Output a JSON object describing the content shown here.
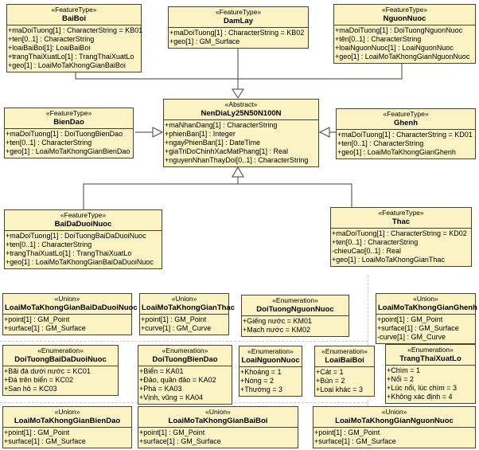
{
  "diagram": {
    "type": "uml-class-diagram",
    "colors": {
      "box_fill": "#fcf3c5",
      "box_border": "#45452f",
      "connector": "#404040",
      "background": "#ffffff"
    }
  },
  "classes": [
    {
      "id": "BaiBoi",
      "stereotype": "«FeatureType»",
      "name": "BaiBoi",
      "attributes": [
        "+maDoiTuong[1] : CharacterString = KB01",
        "+ten[0..1] : CharacterString",
        "+loaiBaiBoi[1]: LoaiBaiBoi",
        "+trangThaiXuatLo[1] : TrangThaiXuatLo",
        "+geo[1] : LoaiMoTaKhongGianBaiBoi"
      ]
    },
    {
      "id": "DamLay",
      "stereotype": "«FeatureType»",
      "name": "DamLay",
      "attributes": [
        "+maDoiTuong[1] : CharacterString = KB02",
        "+geo[1] : GM_Surface"
      ]
    },
    {
      "id": "NguonNuoc",
      "stereotype": "«FeatureType»",
      "name": "NguonNuoc",
      "attributes": [
        "+maDoiTuong[1] : DoiTuongNguonNuoc",
        "+tên[0..1] : CharacterString",
        "+loaiNguonNuoc[1] : LoaiNguonNuoc",
        "+geo[1] : LoaiMoTaKhongGianNguonNuoc"
      ]
    },
    {
      "id": "NenDiaLy25N50N100N",
      "stereotype": "«Abstract»",
      "name": "NenDiaLy25N50N100N",
      "attributes": [
        "+maNhanDang[1] : CharacterString",
        "+phienBan[1] : Integer",
        "+ngayPhienBan[1] : DateTime",
        "+giaTriDoChinhXacMatPhang[1] : Real",
        "+nguyenNhanThayDoi[0..1] : CharacterString"
      ]
    },
    {
      "id": "BienDao",
      "stereotype": "«FeatureType»",
      "name": "BienDao",
      "attributes": [
        "+maDoiTuong[1] : DoiTuongBienDao",
        "+ten[0..1] : CharacterString",
        "+geo[1] : LoaiMoTaKhongGianBienDao"
      ]
    },
    {
      "id": "Ghenh",
      "stereotype": "«FeatureType»",
      "name": "Ghenh",
      "attributes": [
        "+maDoiTuong[1] : CharacterString = KD01",
        "+ten[0..1] : CharacterString",
        "+geo[1] : LoaiMoTaKhongGianGhenh"
      ]
    },
    {
      "id": "BaiDaDuoiNuoc",
      "stereotype": "«FeatureType»",
      "name": "BaiDaDuoiNuoc",
      "attributes": [
        "+maDoiTuong[1] : DoiTuongBaiDaDuoiNuoc",
        "+ten[0..1] : CharacterString",
        "+trangThaiXuatLo[1] : TrangThaiXuatLo",
        "+geo[1] : LoaiMoTaKhongGianBaiDaDuoiNuoc"
      ]
    },
    {
      "id": "Thac",
      "stereotype": "«FeatureType»",
      "name": "Thac",
      "attributes": [
        "+maDoiTuong[1] : CharacterString = KD02",
        "+ten[0..1] : CharacterString",
        "-chieuCao[0..1] : Real",
        "+geo[1] : LoaiMoTaKhongGianThac"
      ]
    },
    {
      "id": "LoaiMoTaKhongGianBaiDaDuoiNuoc",
      "stereotype": "«Union»",
      "name": "LoaiMoTaKhongGianBaiDaDuoiNuoc",
      "attributes": [
        "+point[1] : GM_Point",
        "+surface[1] : GM_Surface"
      ]
    },
    {
      "id": "LoaiMoTaKhongGianThac",
      "stereotype": "«Union»",
      "name": "LoaiMoTaKhongGianThac",
      "attributes": [
        "+point[1] : GM_Point",
        "+curve[1] : GM_Curve"
      ]
    },
    {
      "id": "DoiTuongNguonNuoc",
      "stereotype": "«Enumeration»",
      "name": "DoiTuongNguonNuoc",
      "attributes": [
        "+Giếng nước = KM01",
        "+Mạch nước = KM02"
      ]
    },
    {
      "id": "LoaiMoTaKhongGianGhenh",
      "stereotype": "«Union»",
      "name": "LoaiMoTaKhongGianGhenh",
      "attributes": [
        "+point[1] : GM_Point",
        "+surface[1] : GM_Surface",
        "-curve[1] : GM_Curve"
      ]
    },
    {
      "id": "DoiTuongBaiDaDuoiNuoc",
      "stereotype": "«Enumeration»",
      "name": "DoiTuongBaiDaDuoiNuoc",
      "attributes": [
        "+Bãi đá dưới nước = KC01",
        "+Đá trên biển = KC02",
        "+San hô = KC03"
      ]
    },
    {
      "id": "DoiTuongBienDao",
      "stereotype": "«Enumeration»",
      "name": "DoiTuongBienDao",
      "attributes": [
        "+Biển = KA01",
        "+Đảo, quần đảo = KA02",
        "+Phá = KA03",
        "+Vịnh, vũng = KA04"
      ]
    },
    {
      "id": "LoaiNguonNuoc",
      "stereotype": "«Enumeration»",
      "name": "LoaiNguonNuoc",
      "attributes": [
        "+Khoáng = 1",
        "+Nóng = 2",
        "+Thường = 3"
      ]
    },
    {
      "id": "LoaiBaiBoi",
      "stereotype": "«Enumeration»",
      "name": "LoaiBaiBoi",
      "attributes": [
        "+Cát = 1",
        "+Bùn = 2",
        "+Loại khác = 3"
      ]
    },
    {
      "id": "TrangThaiXuatLo",
      "stereotype": "«Enumeration»",
      "name": "TrangThaiXuatLo",
      "attributes": [
        "+Chìm = 1",
        "+Nổi = 2",
        "+Lúc nổi, lúc chìm = 3",
        "+Không xác định = 4"
      ]
    },
    {
      "id": "LoaiMoTaKhongGianBienDao",
      "stereotype": "«Union»",
      "name": "LoaiMoTaKhongGianBienDao",
      "attributes": [
        "+point[1] : GM_Point",
        "+surface[1] : GM_Surface"
      ]
    },
    {
      "id": "LoaiMoTaKhongGianBaiBoi",
      "stereotype": "«Union»",
      "name": "LoaiMoTaKhongGianBaiBoi",
      "attributes": [
        "+point[1] : GM_Point",
        "+surface[1] : GM_Surface"
      ]
    },
    {
      "id": "LoaiMoTaKhongGianNguonNuoc",
      "stereotype": "«Union»",
      "name": "LoaiMoTaKhongGianNguonNuoc",
      "attributes": [
        "+point[1] : GM_Point",
        "+surface[1] : GM_Surface"
      ]
    }
  ],
  "relationships": [
    {
      "type": "generalization",
      "from": "BaiBoi",
      "to": "NenDiaLy25N50N100N"
    },
    {
      "type": "generalization",
      "from": "DamLay",
      "to": "NenDiaLy25N50N100N"
    },
    {
      "type": "generalization",
      "from": "NguonNuoc",
      "to": "NenDiaLy25N50N100N"
    },
    {
      "type": "generalization",
      "from": "BienDao",
      "to": "NenDiaLy25N50N100N"
    },
    {
      "type": "generalization",
      "from": "Ghenh",
      "to": "NenDiaLy25N50N100N"
    },
    {
      "type": "generalization",
      "from": "BaiDaDuoiNuoc",
      "to": "NenDiaLy25N50N100N"
    },
    {
      "type": "generalization",
      "from": "Thac",
      "to": "NenDiaLy25N50N100N"
    }
  ]
}
